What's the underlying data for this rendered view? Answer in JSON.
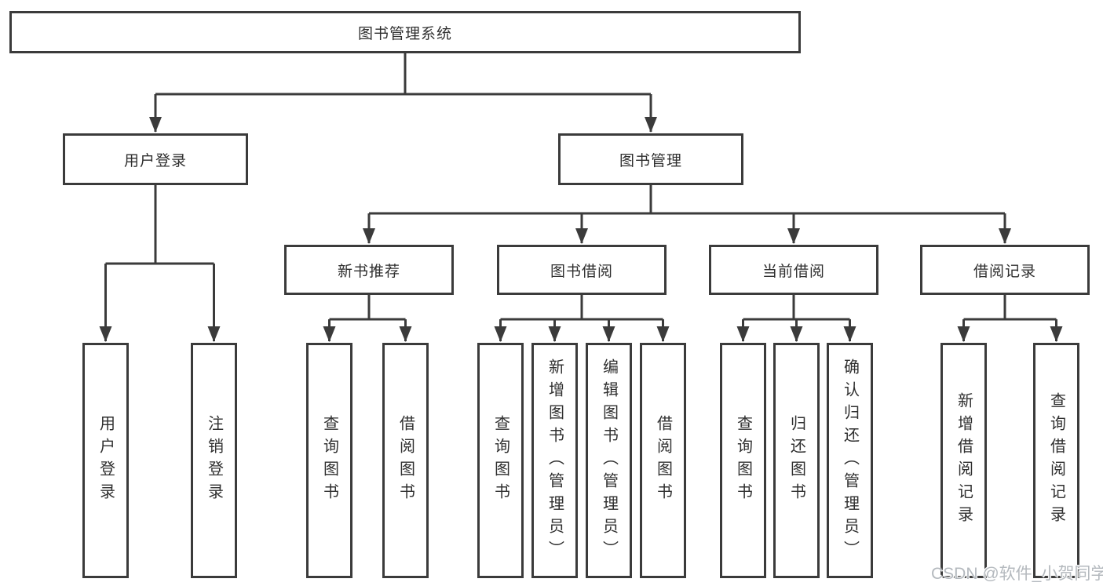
{
  "diagram": {
    "colors": {
      "line": "#3b3b3b",
      "box_border": "#3b3b3b",
      "box_background": "#ffffff",
      "text": "#2f2f2f",
      "watermark": "#b4b9be"
    },
    "nodes": {
      "root": "图书管理系统",
      "user_login": "用户登录",
      "book_mgmt": "图书管理",
      "new_book_rec": "新书推荐",
      "book_borrow": "图书借阅",
      "current_borrow": "当前借阅",
      "borrow_records": "借阅记录",
      "leaf_user_login": "用户登录",
      "leaf_logout": "注销登录",
      "leaf_query_books_a": "查询图书",
      "leaf_borrow_books_a": "借阅图书",
      "leaf_query_books_b": "查询图书",
      "leaf_add_book_admin": "新增图书（管理员）",
      "leaf_edit_book_admin": "编辑图书（管理员）",
      "leaf_borrow_books_b": "借阅图书",
      "leaf_query_books_c": "查询图书",
      "leaf_return_books": "归还图书",
      "leaf_confirm_return_admin": "确认归还（管理员）",
      "leaf_add_borrow_record": "新增借阅记录",
      "leaf_query_borrow_record": "查询借阅记录"
    },
    "hierarchy": [
      {
        "parent": "图书管理系统",
        "children": [
          "用户登录",
          "图书管理"
        ]
      },
      {
        "parent": "用户登录",
        "children": [
          "用户登录",
          "注销登录"
        ]
      },
      {
        "parent": "图书管理",
        "children": [
          "新书推荐",
          "图书借阅",
          "当前借阅",
          "借阅记录"
        ]
      },
      {
        "parent": "新书推荐",
        "children": [
          "查询图书",
          "借阅图书"
        ]
      },
      {
        "parent": "图书借阅",
        "children": [
          "查询图书",
          "新增图书（管理员）",
          "编辑图书（管理员）",
          "借阅图书"
        ]
      },
      {
        "parent": "当前借阅",
        "children": [
          "查询图书",
          "归还图书",
          "确认归还（管理员）"
        ]
      },
      {
        "parent": "借阅记录",
        "children": [
          "新增借阅记录",
          "查询借阅记录"
        ]
      }
    ],
    "watermark": "CSDN @软件_小贺同学"
  }
}
